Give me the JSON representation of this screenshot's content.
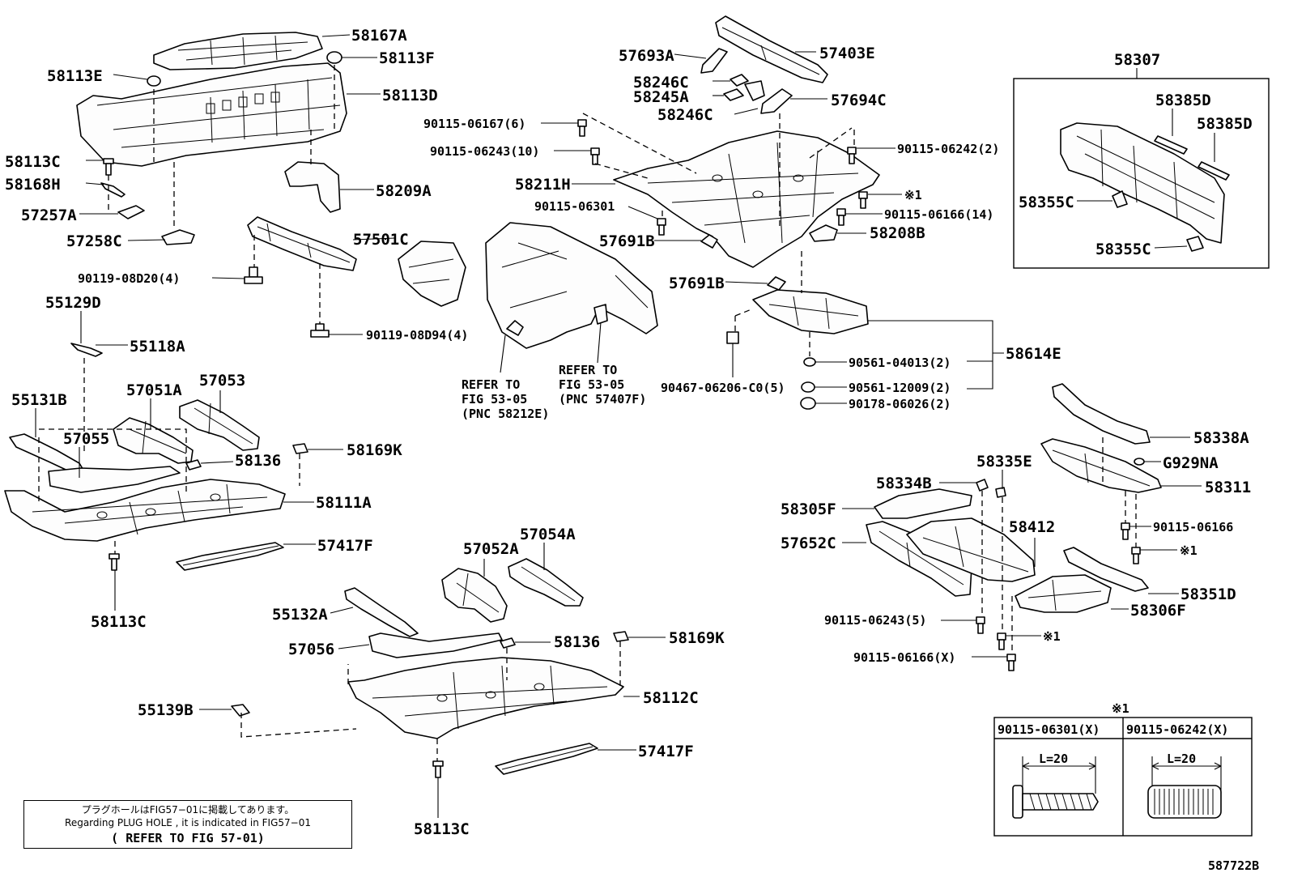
{
  "labels": {
    "p58167A": "58167A",
    "p58113F": "58113F",
    "p58113E": "58113E",
    "p58113D": "58113D",
    "p58113C_a": "58113C",
    "p58168H": "58168H",
    "p57257A": "57257A",
    "p58209A": "58209A",
    "p57258C": "57258C",
    "p57501C": "57501C",
    "p90119_08D20": "90119-08D20(4)",
    "p55129D": "55129D",
    "p55118A": "55118A",
    "p90119_08D94": "90119-08D94(4)",
    "p57693A": "57693A",
    "p57403E": "57403E",
    "p58246C_a": "58246C",
    "p58245A": "58245A",
    "p58246C_b": "58246C",
    "p57694C": "57694C",
    "p90115_06167": "90115-06167(6)",
    "p90115_06243_10": "90115-06243(10)",
    "p90115_06242_2": "90115-06242(2)",
    "p58211H": "58211H",
    "p_ref1_a": "※1",
    "p90115_06301": "90115-06301",
    "p90115_06166_14": "90115-06166(14)",
    "p57691B_a": "57691B",
    "p58208B": "58208B",
    "p57691B_b": "57691B",
    "p58307": "58307",
    "p58385D_a": "58385D",
    "p58385D_b": "58385D",
    "p58355C_a": "58355C",
    "p58355C_b": "58355C",
    "p58614E": "58614E",
    "p90561_04013": "90561-04013(2)",
    "p90467_06206": "90467-06206-C0(5)",
    "p90561_12009": "90561-12009(2)",
    "p90178_06026": "90178-06026(2)",
    "ref53_a_1": "REFER TO",
    "ref53_a_2": "FIG 53-05",
    "ref53_a_3": "(PNC 58212E)",
    "ref53_b_1": "REFER TO",
    "ref53_b_2": "FIG 53-05",
    "ref53_b_3": "(PNC 57407F)",
    "p55131B": "55131B",
    "p57051A": "57051A",
    "p57053": "57053",
    "p57055": "57055",
    "p58136_a": "58136",
    "p58169K_a": "58169K",
    "p58111A": "58111A",
    "p57417F_a": "57417F",
    "p58113C_b": "58113C",
    "p57052A": "57052A",
    "p57054A": "57054A",
    "p55132A": "55132A",
    "p57056": "57056",
    "p58136_b": "58136",
    "p58169K_b": "58169K",
    "p55139B": "55139B",
    "p58112C": "58112C",
    "p57417F_b": "57417F",
    "p58113C_c": "58113C",
    "p58338A": "58338A",
    "pG929NA": "G929NA",
    "p58335E": "58335E",
    "p58334B": "58334B",
    "p58311": "58311",
    "p58305F": "58305F",
    "p58412": "58412",
    "p90115_06166": "90115-06166",
    "p57652C": "57652C",
    "p_ref1_b": "※1",
    "p58351D": "58351D",
    "p58306F": "58306F",
    "p90115_06243_5": "90115-06243(5)",
    "p_ref1_c": "※1",
    "p90115_06166_X": "90115-06166(X)",
    "legend_mark": "※1",
    "legend_col1": "90115-06301(X)",
    "legend_col2": "90115-06242(X)",
    "legend_len1": "L=20",
    "legend_len2": "L=20",
    "diagram_id": "587722B"
  },
  "note": {
    "jp": "プラグホールはFIG57−01に掲載してあります。",
    "en": "Regarding PLUG HOLE , it is indicated in FIG57−01",
    "ref": "( REFER TO FIG 57-01)"
  }
}
